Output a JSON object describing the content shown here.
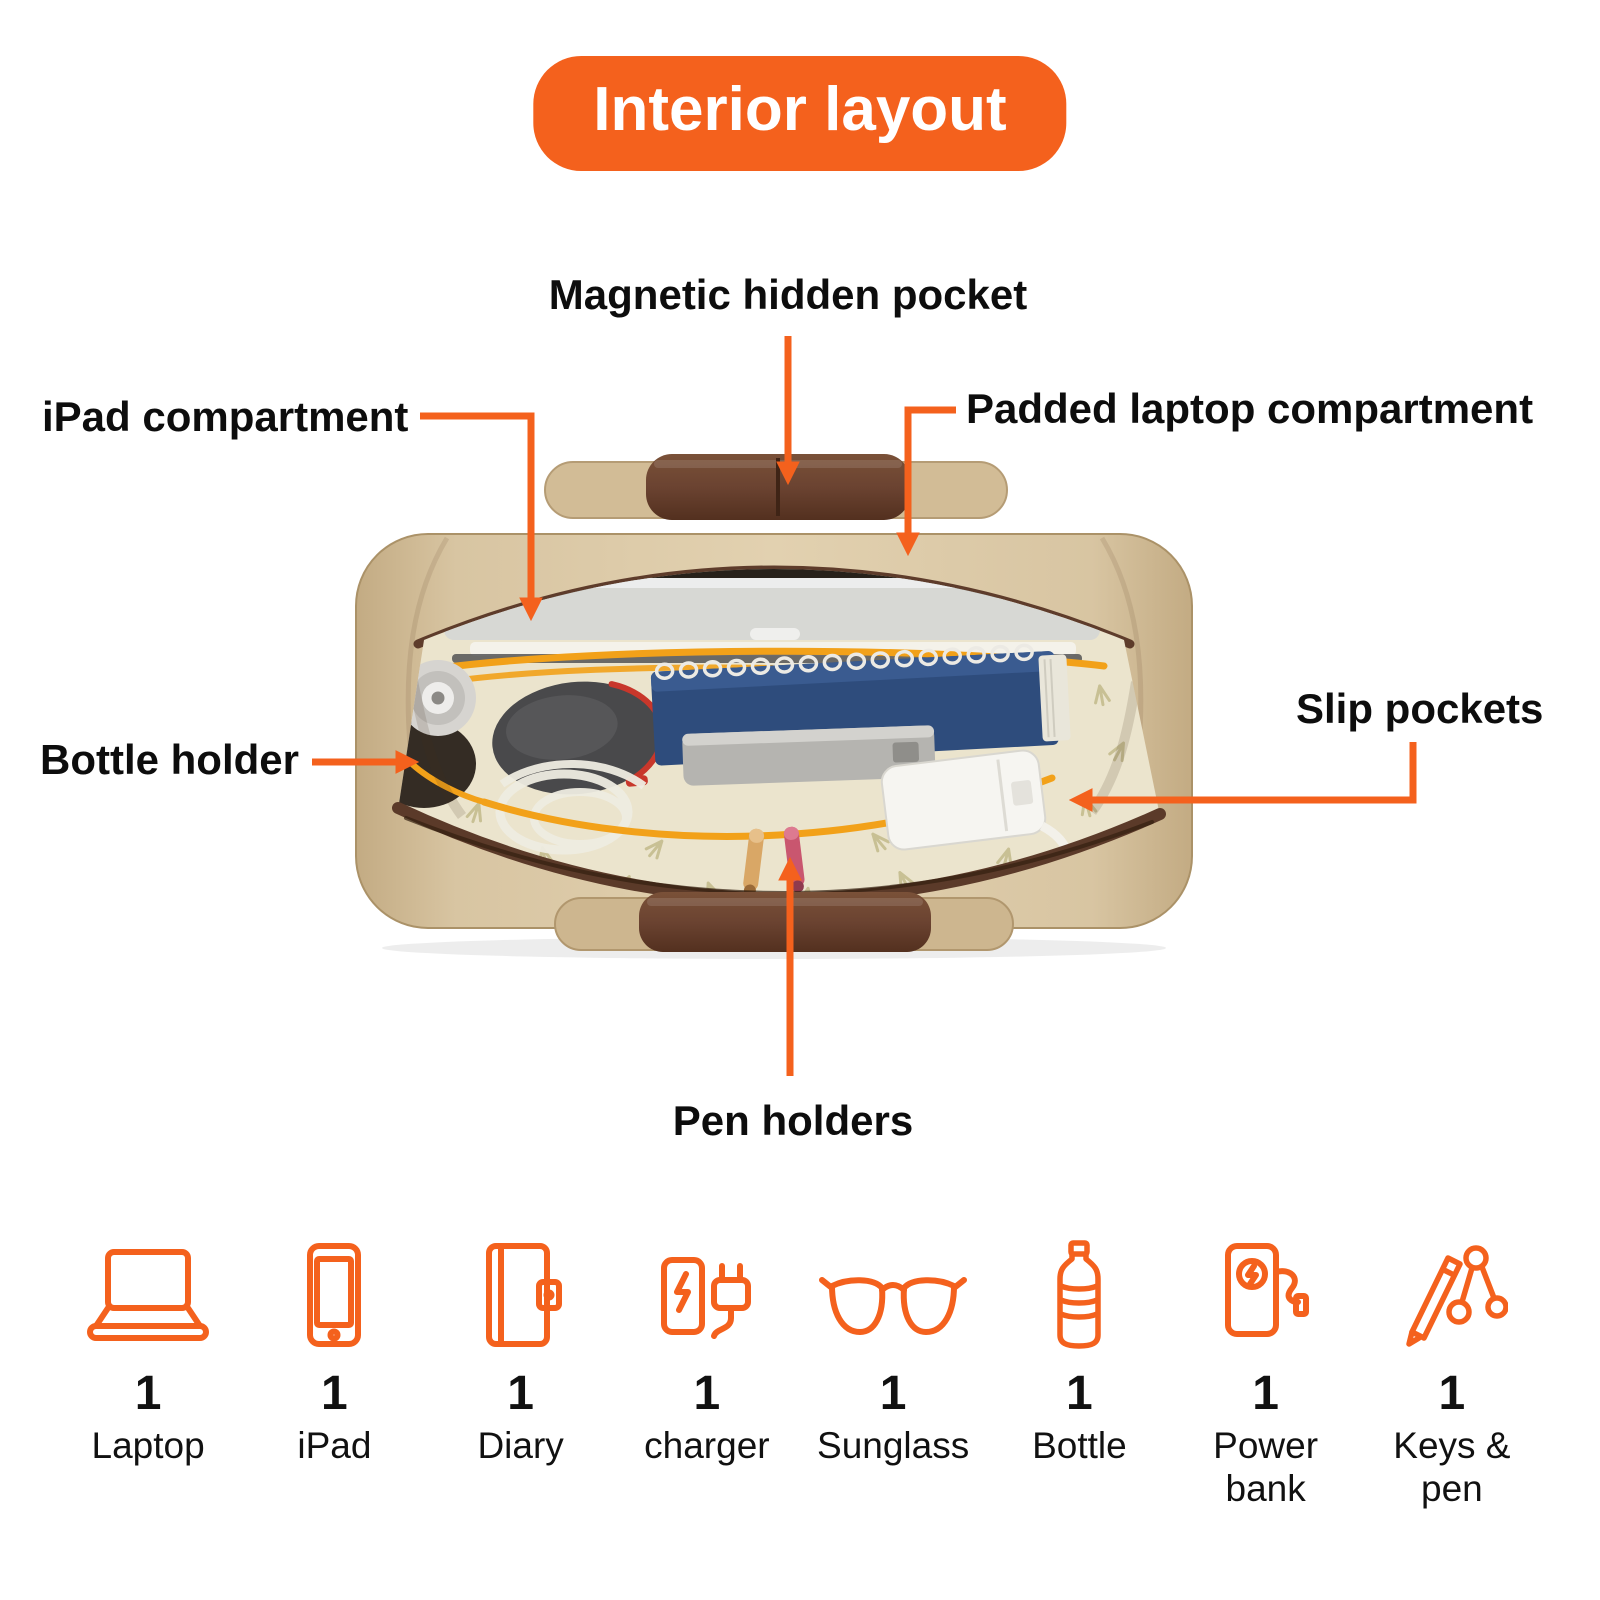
{
  "title": "Interior layout",
  "colors": {
    "accent": "#F4611D",
    "text": "#0d0d0d",
    "pill_text": "#ffffff",
    "bag_canvas": "#d8c5a2",
    "bag_leather": "#6b4331",
    "lining": "#ebe4cd",
    "trim_orange": "#f2a119"
  },
  "callouts": [
    {
      "id": "magnetic",
      "label": "Magnetic hidden pocket"
    },
    {
      "id": "ipad",
      "label": "iPad compartment"
    },
    {
      "id": "laptop",
      "label": "Padded laptop compartment"
    },
    {
      "id": "bottle",
      "label": "Bottle holder"
    },
    {
      "id": "slip",
      "label": "Slip pockets"
    },
    {
      "id": "pen",
      "label": "Pen holders"
    }
  ],
  "legend": [
    {
      "count": "1",
      "label": "Laptop",
      "icon": "laptop-icon"
    },
    {
      "count": "1",
      "label": "iPad",
      "icon": "ipad-icon"
    },
    {
      "count": "1",
      "label": "Diary",
      "icon": "diary-icon"
    },
    {
      "count": "1",
      "label": "charger",
      "icon": "charger-icon"
    },
    {
      "count": "1",
      "label": "Sunglass",
      "icon": "sunglass-icon"
    },
    {
      "count": "1",
      "label": "Bottle",
      "icon": "bottle-icon"
    },
    {
      "count": "1",
      "label": "Power bank",
      "icon": "powerbank-icon"
    },
    {
      "count": "1",
      "label": "Keys & pen",
      "icon": "keys-pen-icon"
    }
  ]
}
